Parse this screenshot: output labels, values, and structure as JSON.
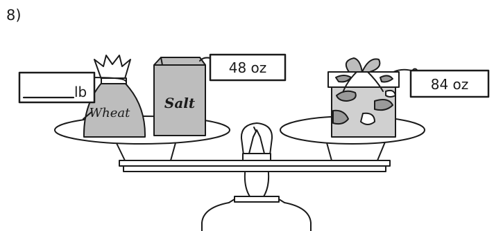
{
  "question_number": "8)",
  "items": {
    "wheat": {
      "bag_label": "Wheat",
      "tag_unit": "lb"
    },
    "salt": {
      "box_label": "Salt",
      "tag_label": "48 oz"
    },
    "gift": {
      "tag_label": "84 oz"
    }
  }
}
